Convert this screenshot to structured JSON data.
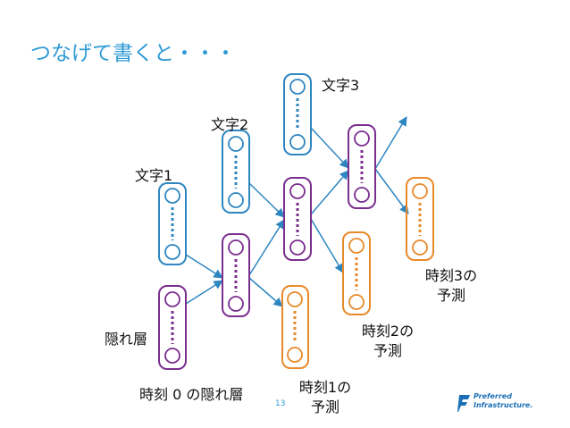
{
  "title": "つなげて書くと・・・",
  "labels": {
    "char1": "文字1",
    "char2": "文字2",
    "char3": "文字3",
    "hidden": "隠れ層",
    "hidden0": "時刻 0 の隠れ層",
    "pred1_line1": "時刻1の",
    "pred1_line2": "予測",
    "pred2_line1": "時刻2の",
    "pred2_line2": "予測",
    "pred3_line1": "時刻3の",
    "pred3_line2": "予測"
  },
  "page_number": "13",
  "logo": {
    "line1": "Preferred",
    "line2": "Infrastructure."
  },
  "colors": {
    "input": "#2e86c1",
    "hidden": "#7a2e8e",
    "output": "#e8892a",
    "title": "#2e9bd6"
  }
}
